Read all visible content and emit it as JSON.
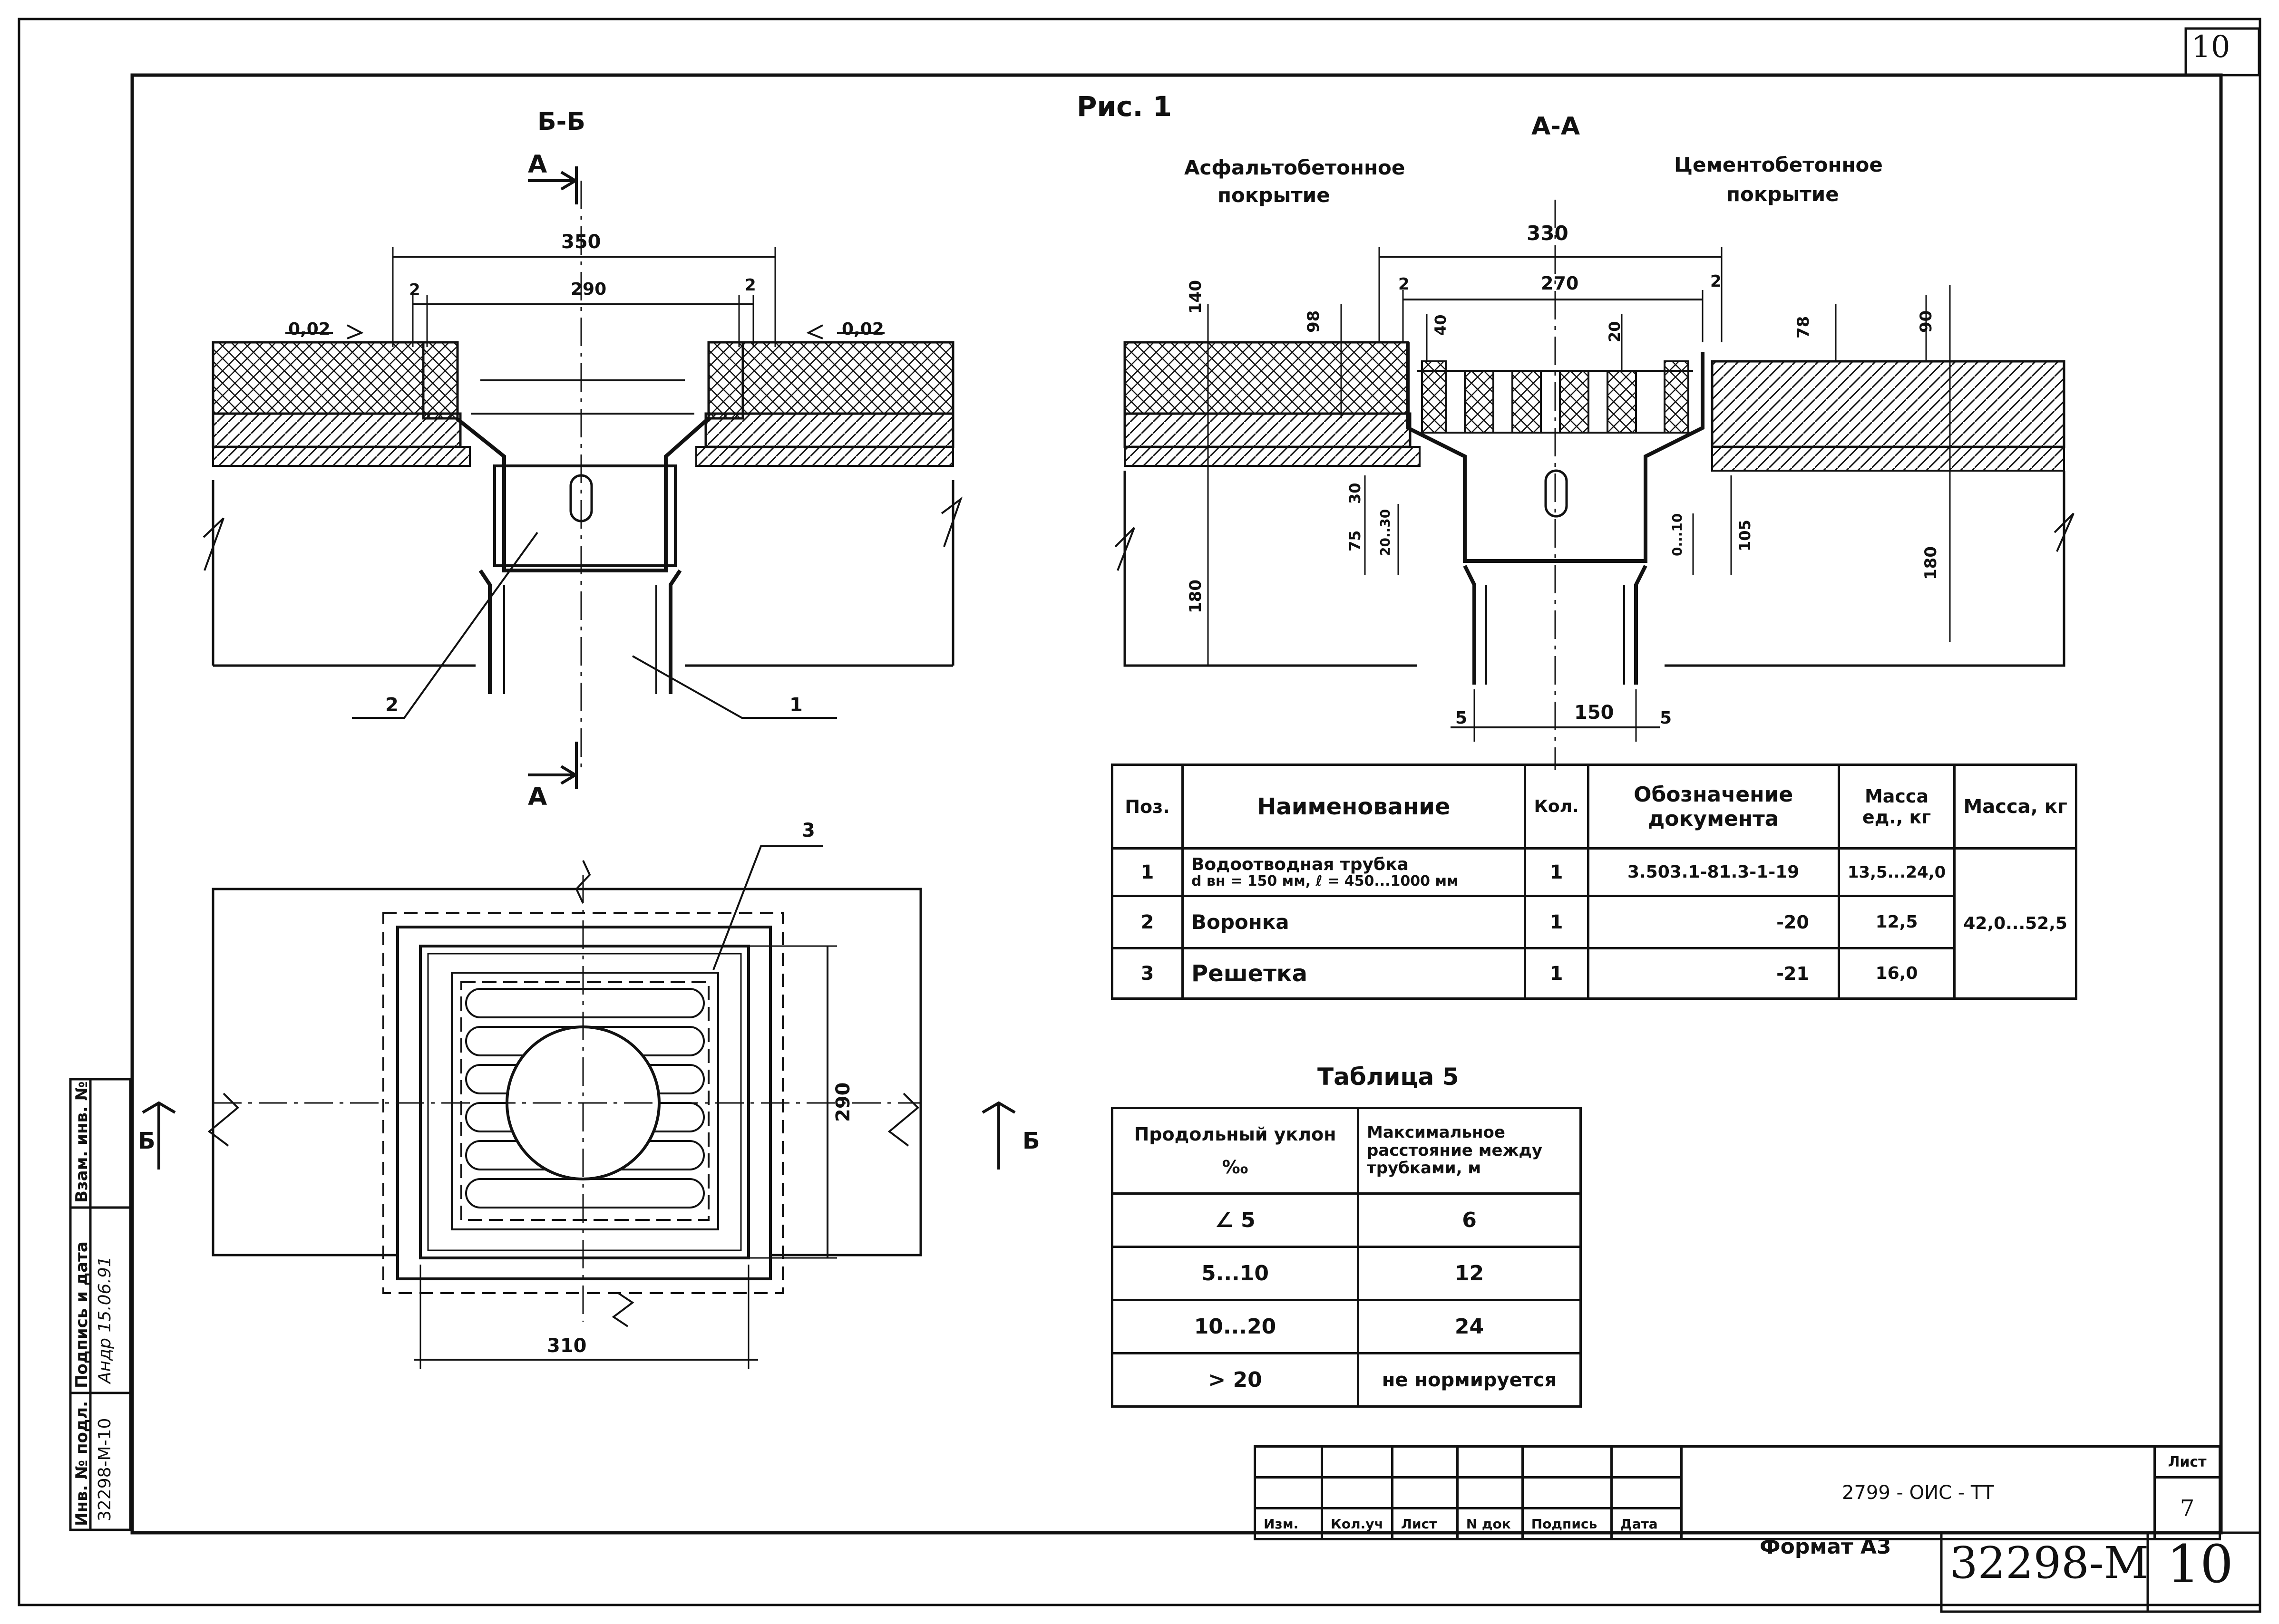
{
  "sheet": {
    "figure_label": "Рис. 1",
    "sheet_number_top": "10",
    "sheet_number_bottom": "10",
    "archive_number": "32298-М",
    "format": "Формат А3"
  },
  "section_bb": {
    "title": "Б-Б",
    "cut_mark_top": "А",
    "cut_mark_bottom": "А",
    "dim_overall": "350",
    "dim_inner": "290",
    "dim_gap_left": "2",
    "dim_gap_right": "2",
    "slope_left": "0,02",
    "slope_right": "0,02",
    "leader_1": "1",
    "leader_2": "2"
  },
  "section_aa": {
    "title": "А-А",
    "caption_left_line1": "Асфальтобетонное",
    "caption_left_line2": "покрытие",
    "caption_right_line1": "Цементобетонное",
    "caption_right_line2": "покрытие",
    "dim_overall": "330",
    "dim_inner": "270",
    "dim_gap_left": "2",
    "dim_gap_right": "2",
    "dim_140": "140",
    "dim_98": "98",
    "dim_40": "40",
    "dim_20": "20",
    "dim_78": "78",
    "dim_90": "90",
    "dim_30": "30",
    "dim_75": "75",
    "dim_20_30": "20..30",
    "dim_0_10": "0...10",
    "dim_105": "105",
    "dim_180_left": "180",
    "dim_180_right": "180",
    "dim_pipe": "150",
    "dim_wall_left": "5",
    "dim_wall_right": "5"
  },
  "plan": {
    "cut_mark_left": "Б",
    "cut_mark_right": "Б",
    "dim_width": "310",
    "dim_height": "290",
    "leader_3": "3"
  },
  "spec_table": {
    "headers": [
      "Поз.",
      "Наименование",
      "Кол.",
      "Обозначение документа",
      "Масса ед., кг",
      "Масса, кг"
    ],
    "rows": [
      {
        "pos": "1",
        "name_line1": "Водоотводная трубка",
        "name_line2": "d вн = 150 мм, ℓ = 450...1000 мм",
        "qty": "1",
        "doc": "3.503.1-81.3-1-19",
        "mass_unit": "13,5...24,0"
      },
      {
        "pos": "2",
        "name_line1": "Воронка",
        "name_line2": "",
        "qty": "1",
        "doc": "-20",
        "mass_unit": "12,5"
      },
      {
        "pos": "3",
        "name_line1": "Решетка",
        "name_line2": "",
        "qty": "1",
        "doc": "-21",
        "mass_unit": "16,0"
      }
    ],
    "mass_total": "42,0...52,5"
  },
  "table5": {
    "title": "Таблица 5",
    "header_left_line1": "Продольный уклон",
    "header_left_line2": "‰",
    "header_right_line1": "Максимальное",
    "header_right_line2": "расстояние между",
    "header_right_line3": "трубками, м",
    "rows": [
      {
        "slope": "∠ 5",
        "distance": "6"
      },
      {
        "slope": "5...10",
        "distance": "12"
      },
      {
        "slope": "10...20",
        "distance": "24"
      },
      {
        "slope": "> 20",
        "distance": "не нормируется"
      }
    ]
  },
  "stamp": {
    "doc_code": "2799 - ОИС - ТТ",
    "sheet_label": "Лист",
    "sheet_value": "7",
    "columns": [
      "Изм.",
      "Кол.уч",
      "Лист",
      "N док",
      "Подпись",
      "Дата"
    ]
  },
  "side_stamp": {
    "col1": "Инв. № подл.",
    "col2": "Подпись и дата",
    "col3": "Взам. инв. №",
    "inv_value": "32298-М-10",
    "sign_value": "Андр 15.06.91"
  }
}
